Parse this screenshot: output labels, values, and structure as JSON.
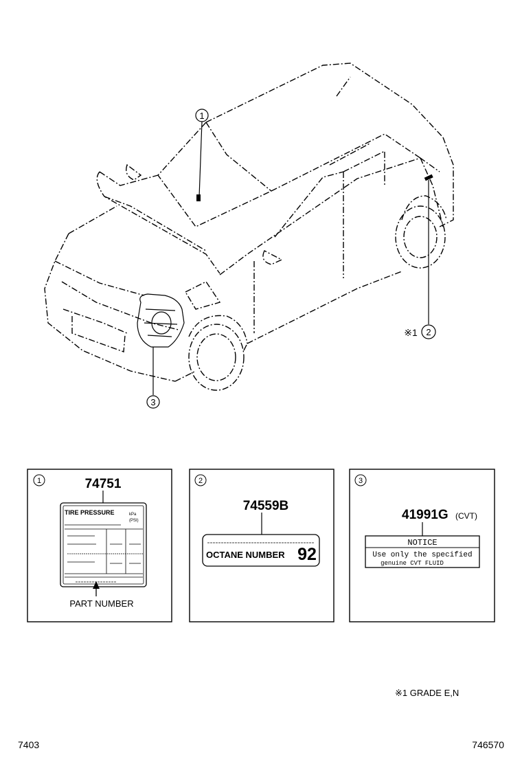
{
  "callouts": {
    "c1": "1",
    "c2": "2",
    "c3": "3"
  },
  "callout_note": "※1",
  "panels": [
    {
      "index": "1",
      "part_number": "74751",
      "label_title": "TIRE PRESSURE",
      "label_units_top": "kPa",
      "label_units_bottom": "(PSI)",
      "caption": "PART NUMBER"
    },
    {
      "index": "2",
      "part_number": "74559B",
      "label_text": "OCTANE NUMBER",
      "label_value": "92"
    },
    {
      "index": "3",
      "part_number": "41991G",
      "part_note": "(CVT)",
      "notice_title": "NOTICE",
      "notice_line1": "Use only the specified",
      "notice_line2": "genuine CVT FLUID"
    }
  ],
  "footnote": "※1 GRADE E,N",
  "footer_left": "7403",
  "footer_right": "746570"
}
